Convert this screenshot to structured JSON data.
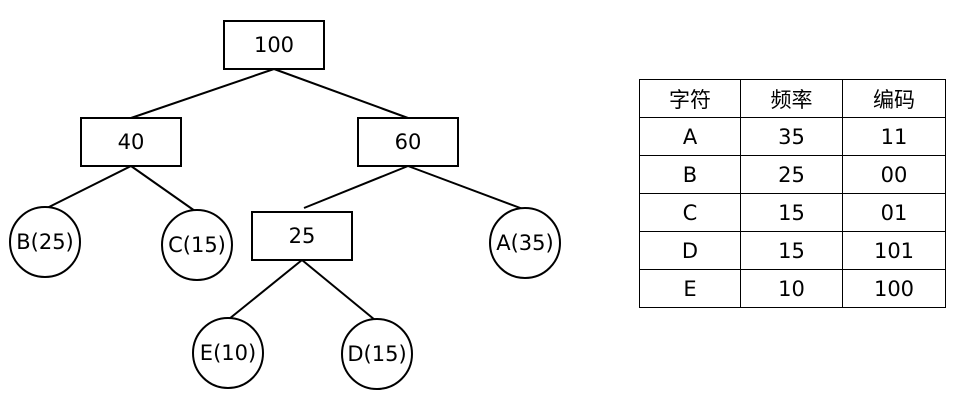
{
  "tree": {
    "nodes": [
      {
        "id": "n100",
        "label": "100",
        "shape": "rect"
      },
      {
        "id": "n40",
        "label": "40",
        "shape": "rect"
      },
      {
        "id": "n60",
        "label": "60",
        "shape": "rect"
      },
      {
        "id": "nB",
        "label": "B(25)",
        "shape": "circle"
      },
      {
        "id": "nC",
        "label": "C(15)",
        "shape": "circle"
      },
      {
        "id": "n25",
        "label": "25",
        "shape": "rect"
      },
      {
        "id": "nA",
        "label": "A(35)",
        "shape": "circle"
      },
      {
        "id": "nE",
        "label": "E(10)",
        "shape": "circle"
      },
      {
        "id": "nD",
        "label": "D(15)",
        "shape": "circle"
      }
    ],
    "edges": [
      {
        "from": "n100",
        "to": "n40"
      },
      {
        "from": "n100",
        "to": "n60"
      },
      {
        "from": "n40",
        "to": "nB"
      },
      {
        "from": "n40",
        "to": "nC"
      },
      {
        "from": "n60",
        "to": "n25"
      },
      {
        "from": "n60",
        "to": "nA"
      },
      {
        "from": "n25",
        "to": "nE"
      },
      {
        "from": "n25",
        "to": "nD"
      }
    ]
  },
  "table": {
    "headers": [
      "字符",
      "频率",
      "编码"
    ],
    "rows": [
      [
        "A",
        "35",
        "11"
      ],
      [
        "B",
        "25",
        "00"
      ],
      [
        "C",
        "15",
        "01"
      ],
      [
        "D",
        "15",
        "101"
      ],
      [
        "E",
        "10",
        "100"
      ]
    ]
  }
}
